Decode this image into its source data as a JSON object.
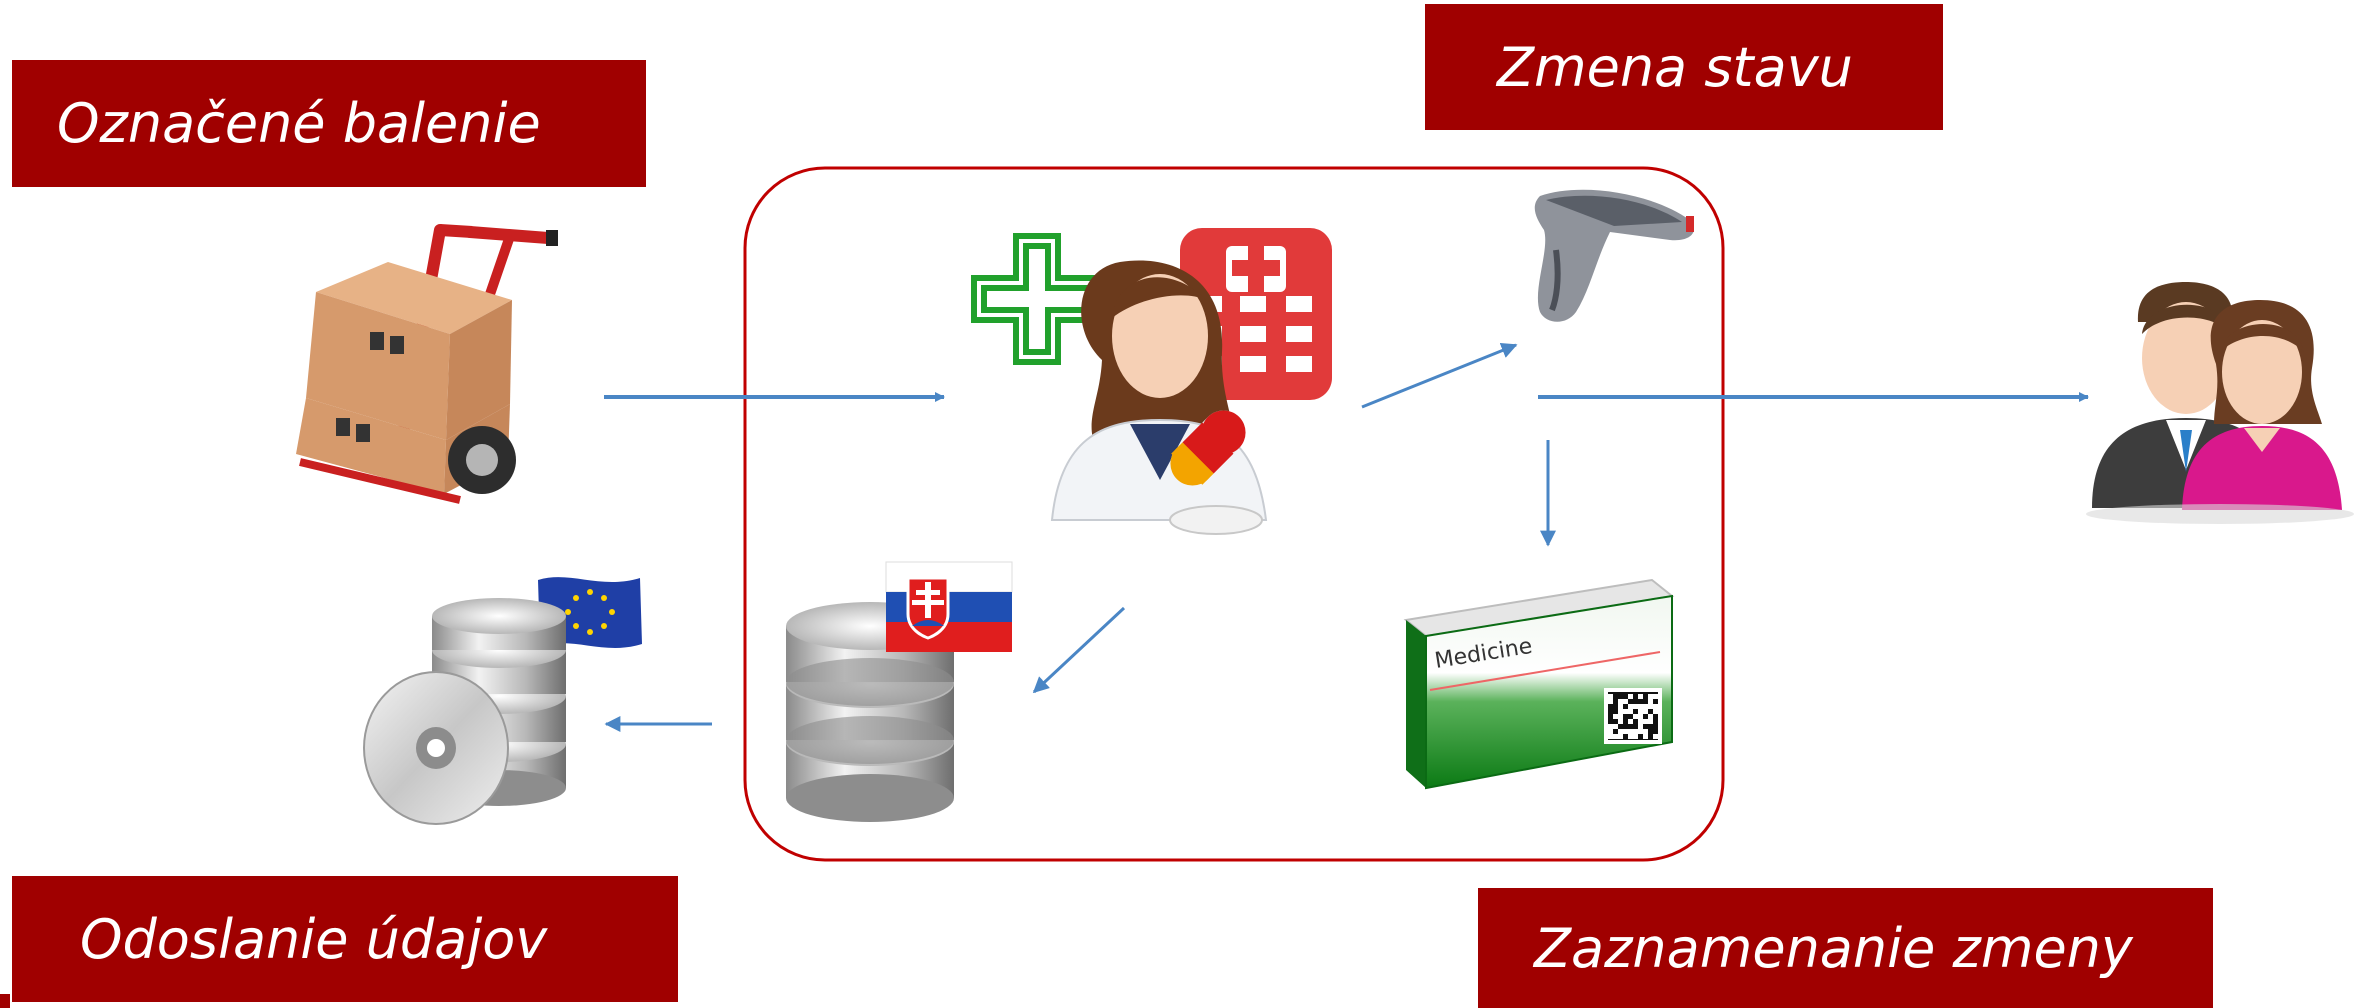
{
  "labels": {
    "marked_package": "Označené balenie",
    "state_change": "Zmena stavu",
    "data_sending": "Odoslanie údajov",
    "change_record": "Zaznamenanie zmeny"
  },
  "icons": {
    "cart": "hand-truck-boxes-icon",
    "pharmacist": "pharmacist-icon",
    "scanner": "barcode-scanner-icon",
    "medicine_box": "medicine-box-icon",
    "national_db": "database-slovakia-icon",
    "eu_db": "database-eu-icon",
    "patients": "people-icon"
  },
  "medicine_box_text": "Medicine",
  "colors": {
    "label_bg": "#a00000",
    "label_text": "#ffffff",
    "boundary": "#c00000",
    "arrow": "#4a86c5"
  }
}
